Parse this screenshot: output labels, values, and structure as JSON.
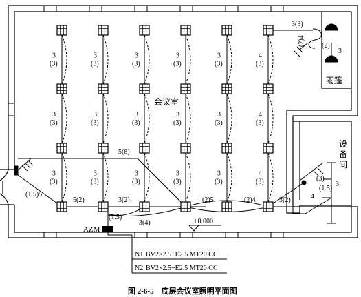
{
  "caption": "图 2-6-5　底层会议室照明平面图",
  "rooms": {
    "meeting_room": "会议室",
    "canopy": "雨篷",
    "equipment_room": [
      "设",
      "备",
      "间"
    ]
  },
  "distribution_box": "AZM",
  "elevation": "±0.000",
  "circuits": [
    {
      "name": "N1",
      "spec": "BV2×2.5+E2.5 MT20 CC"
    },
    {
      "name": "N2",
      "spec": "BV2×2.5+E2.5 MT20 CC"
    }
  ],
  "luminaire_grid": {
    "columns": 6,
    "rows": 4,
    "wire_counts_upper": [
      [
        "3",
        "(3)"
      ],
      [
        "3",
        "(3)"
      ],
      [
        "3",
        "(3)"
      ],
      [
        "3",
        "(3)"
      ],
      [
        "3",
        "(3)"
      ],
      [
        "4",
        "(3)"
      ]
    ],
    "wire_counts_middle": [
      [
        "3",
        "(3)"
      ],
      [
        "3",
        "(3)"
      ],
      [
        "3",
        "(3)"
      ],
      [
        "3",
        "(3)"
      ],
      [
        "3",
        "(3)"
      ],
      [
        "4",
        "(3)"
      ]
    ],
    "wire_counts_lower": [
      [
        "3",
        "(3)"
      ],
      [
        "3",
        "(3)"
      ],
      [
        "3",
        "(3)"
      ],
      [
        "3",
        "(3)"
      ],
      [
        "3",
        "(3)"
      ],
      [
        "4",
        "(3)"
      ]
    ]
  },
  "wire_labels": {
    "top_feed": "3(3)",
    "canopy_drop": "(2)4",
    "canopy_right_a": "(2)",
    "canopy_right_b": "3",
    "diag_5_8": "5(8)",
    "left_lower": "(1.5)5",
    "bottom_a": "5(2)",
    "bottom_b": "3(2)",
    "bottom_c": "(2)5",
    "bottom_d": "(2)4",
    "bottom_e": "3(2)",
    "panel_a": "(1.5)",
    "panel_b": "3(4)",
    "equip_a": "(3)",
    "equip_b": "(1.5)",
    "equip_c": "3",
    "equip_d": "4"
  }
}
